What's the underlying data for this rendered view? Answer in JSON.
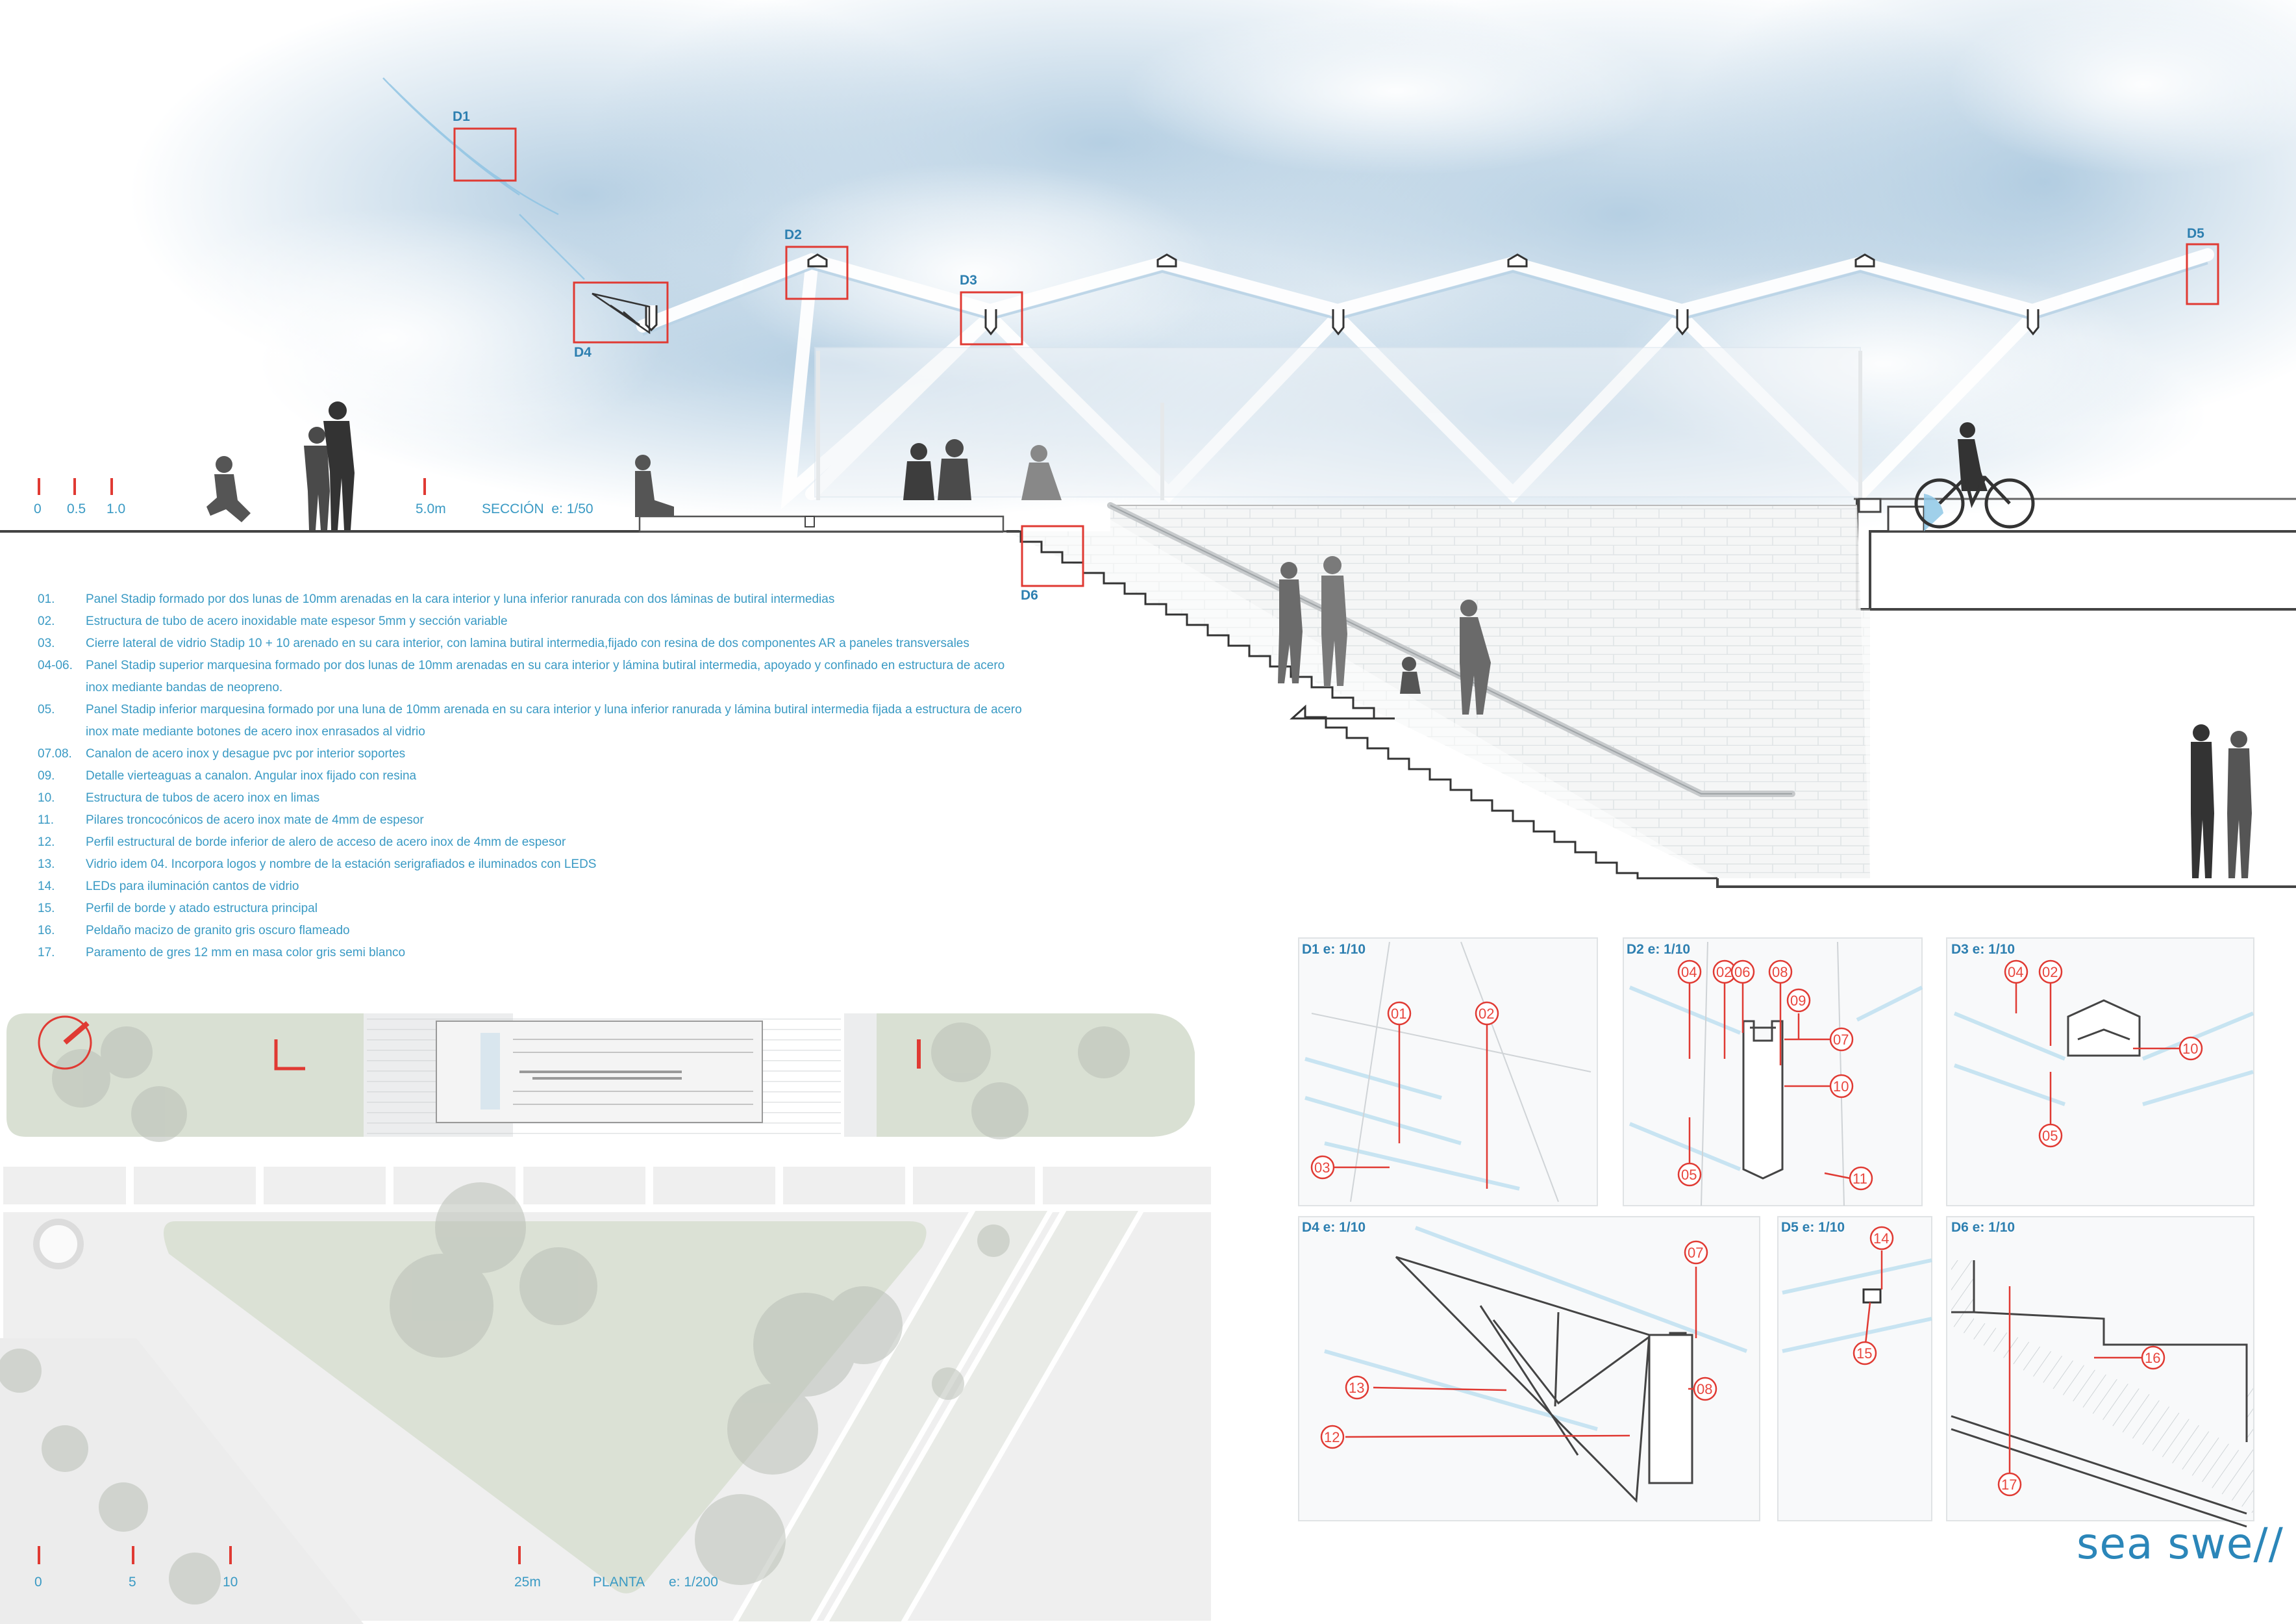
{
  "section": {
    "scale_ticks": [
      "0",
      "0.5",
      "1.0",
      "5.0m"
    ],
    "title": "SECCIÓN  e: 1/50",
    "detail_marks": [
      "D1",
      "D2",
      "D3",
      "D4",
      "D5",
      "D6"
    ]
  },
  "legend": [
    {
      "num": "01.",
      "text": "Panel Stadip formado por dos lunas de 10mm arenadas en la cara interior y luna inferior ranurada con dos láminas de butiral intermedias"
    },
    {
      "num": "02.",
      "text": "Estructura de tubo de acero inoxidable  mate espesor 5mm y sección variable"
    },
    {
      "num": "03.",
      "text": "Cierre lateral de vidrio Stadip 10 + 10 arenado en su cara interior, con lamina butiral intermedia,fijado con resina de dos componentes AR a paneles transversales"
    },
    {
      "num": "04-06.",
      "text": "Panel Stadip superior marquesina formado por dos lunas de 10mm arenadas en su cara interior y lámina butiral intermedia, apoyado y confinado en estructura de acero inox mediante bandas de neopreno."
    },
    {
      "num": "05.",
      "text": "Panel Stadip inferior marquesina formado por una luna de 10mm arenada en su cara interior y luna inferior ranurada y lámina butiral intermedia fijada a estructura de acero inox mate mediante botones de acero inox enrasados al vidrio"
    },
    {
      "num": "07.08.",
      "text": "Canalon de acero inox y desague pvc por interior soportes"
    },
    {
      "num": "09.",
      "text": "Detalle vierteaguas a canalon. Angular inox fijado con resina"
    },
    {
      "num": "10.",
      "text": "Estructura de tubos de acero inox en limas"
    },
    {
      "num": "11.",
      "text": "Pilares troncocónicos de acero inox mate de 4mm de espesor"
    },
    {
      "num": "12.",
      "text": "Perfil estructural de borde inferior de alero de acceso de acero inox de 4mm de espesor"
    },
    {
      "num": "13.",
      "text": "Vidrio idem 04. Incorpora logos y nombre de la estación serigrafiados e iluminados con LEDS"
    },
    {
      "num": "14.",
      "text": "LEDs para iluminación cantos de vidrio"
    },
    {
      "num": "15.",
      "text": "Perfil de borde y atado estructura principal"
    },
    {
      "num": "16.",
      "text": "Peldaño macizo de granito gris oscuro flameado"
    },
    {
      "num": "17.",
      "text": "Paramento de gres 12 mm en masa color gris semi blanco"
    }
  ],
  "details": {
    "d1": {
      "title": "D1 e: 1/10",
      "points": [
        "01",
        "02",
        "03"
      ]
    },
    "d2": {
      "title": "D2 e: 1/10",
      "points": [
        "04",
        "02",
        "06",
        "08",
        "09",
        "07",
        "10",
        "05",
        "11"
      ]
    },
    "d3": {
      "title": "D3 e: 1/10",
      "points": [
        "04",
        "02",
        "10",
        "05"
      ]
    },
    "d4": {
      "title": "D4 e: 1/10",
      "points": [
        "07",
        "08",
        "13",
        "12"
      ]
    },
    "d5": {
      "title": "D5 e: 1/10",
      "points": [
        "14",
        "15"
      ]
    },
    "d6": {
      "title": "D6 e: 1/10",
      "points": [
        "16",
        "17"
      ]
    }
  },
  "plan": {
    "scale_ticks": [
      "0",
      "5",
      "10",
      "25m"
    ],
    "title": "PLANTA",
    "scale": "e: 1/200"
  },
  "brand": "sea swe//",
  "colors": {
    "accent_red": "#e03a33",
    "accent_blue": "#3a9ac4",
    "sky": "#c9dcea",
    "plan_green": "#d6ddd0"
  }
}
